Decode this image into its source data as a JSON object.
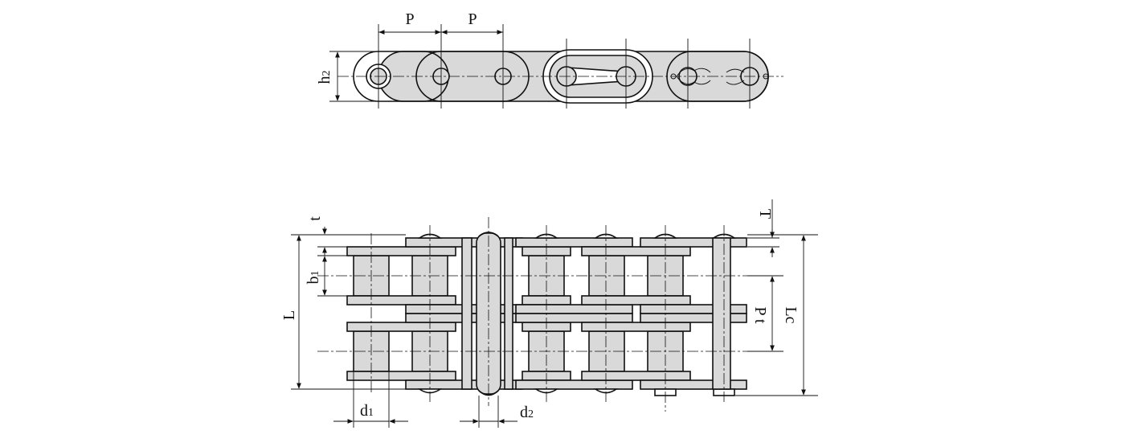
{
  "labels": {
    "pitch_left": "P",
    "pitch_right": "P",
    "h2_main": "h",
    "h2_sub": "2",
    "t": "t",
    "T": "T",
    "b1_main": "b",
    "b1_sub": "1",
    "L": "L",
    "Pt": "P t",
    "Lc": "Lc",
    "d1_main": "d",
    "d1_sub": "1",
    "d2_main": "d",
    "d2_sub": "2"
  }
}
